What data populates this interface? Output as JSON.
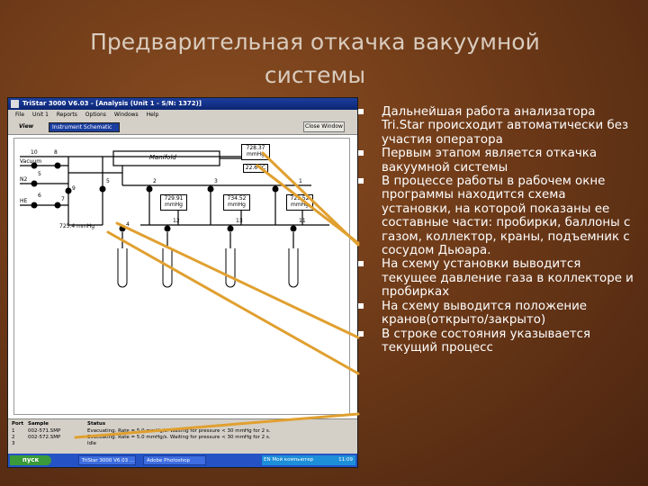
{
  "slide": {
    "title_line1": "Предварительная откачка вакуумной",
    "title_line2": "системы"
  },
  "app": {
    "window_title": "TriStar 3000 V6.03 - [Analysis (Unit 1 - S/N: 1372)]",
    "menu": [
      "File",
      "Unit 1",
      "Reports",
      "Options",
      "Windows",
      "Help"
    ],
    "view_label": "View",
    "view_select": "Instrument Schematic",
    "close_button": "Close Window"
  },
  "schematic": {
    "manifold_label": "Manifold",
    "manifold_pressure": "728.37",
    "manifold_unit": "mmHg",
    "temp_value": "22.6",
    "temp_unit": "°C",
    "port_pressures": [
      {
        "value": "729.91",
        "unit": "mmHg"
      },
      {
        "value": "734.52",
        "unit": "mmHg"
      },
      {
        "value": "729.52",
        "unit": "mmHg"
      }
    ],
    "gas_labels": [
      "Vacuum",
      "N2",
      "HE"
    ],
    "he_pressure": "725.4 mmHg",
    "valve_numbers": [
      "10",
      "8",
      "5",
      "9",
      "6",
      "7",
      "5",
      "2",
      "3",
      "1",
      "4",
      "12",
      "13",
      "11"
    ]
  },
  "status_table": {
    "headers": [
      "Port",
      "Sample",
      "Status"
    ],
    "rows": [
      {
        "port": "1",
        "sample": "002-571.SMP",
        "status": "Evacuating. Rate = 5.0 mmHg/s. Waiting for pressure < 30 mmHg for 2 s."
      },
      {
        "port": "2",
        "sample": "002-572.SMP",
        "status": "Evacuating. Rate = 5.0 mmHg/s. Waiting for pressure < 30 mmHg for 2 s."
      },
      {
        "port": "3",
        "sample": "",
        "status": "Idle"
      }
    ]
  },
  "taskbar": {
    "start": "пуск",
    "tasks": [
      "TriStar 3000 V6.03 ...",
      "Adobe Photoshop"
    ],
    "tray_lang": "EN",
    "tray_label": "Мой компьютер",
    "time": "11:09"
  },
  "bullets": [
    "Дальнейшая работа анализатора Tri.Star происходит автоматически без участия оператора",
    "Первым этапом является откачка вакуумной системы",
    "В процессе работы в рабочем окне программы находится схема установки, на которой показаны ее составные части: пробирки, баллоны с газом, коллектор, краны, подъемник с сосудом Дьюара.",
    "На схему установки выводится текущее давление газа в коллекторе и пробирках",
    "На схему выводится положение кранов(открыто/закрыто)",
    "В строке состояния указывается текущий процесс"
  ],
  "colors": {
    "background": "#6e3a18",
    "arrow": "#e0a030",
    "titlebar": "#1c3e9e",
    "title_text": "#d9cbbd"
  }
}
